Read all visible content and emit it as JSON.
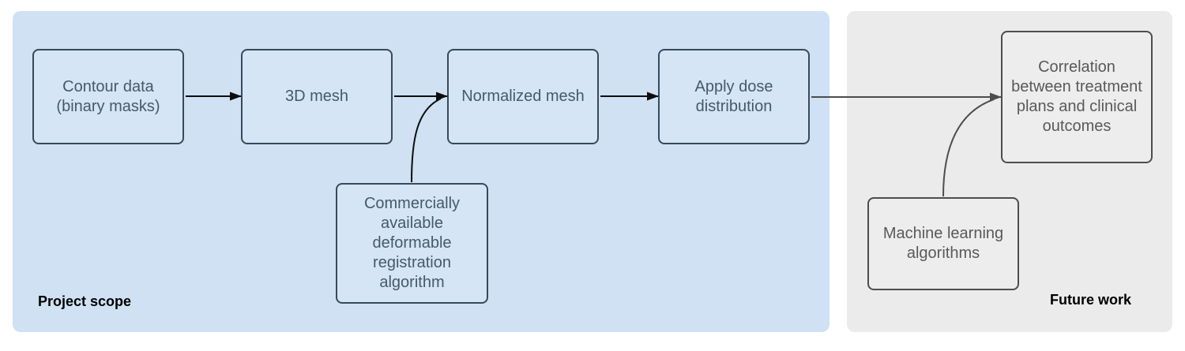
{
  "sections": {
    "project_scope": {
      "label": "Project scope",
      "background": "#cfe1f2"
    },
    "future_work": {
      "label": "Future work",
      "background": "#ebebeb"
    }
  },
  "nodes": {
    "contour_data": {
      "label": "Contour data\n(binary masks)"
    },
    "mesh_3d": {
      "label": "3D mesh"
    },
    "normalized_mesh": {
      "label": "Normalized mesh"
    },
    "apply_dose": {
      "label": "Apply dose\ndistribution"
    },
    "deformable_registration": {
      "label": "Commercially\navailable\ndeformable\nregistration\nalgorithm"
    },
    "correlation": {
      "label": "Correlation\nbetween treatment\nplans and clinical\noutcomes"
    },
    "machine_learning": {
      "label": "Machine learning\nalgorithms"
    }
  },
  "edges": [
    {
      "from": "contour_data",
      "to": "mesh_3d",
      "style": "straight-arrow"
    },
    {
      "from": "mesh_3d",
      "to": "normalized_mesh",
      "style": "straight-arrow"
    },
    {
      "from": "deformable_registration",
      "to": "normalized_mesh",
      "style": "curved"
    },
    {
      "from": "normalized_mesh",
      "to": "apply_dose",
      "style": "straight-arrow"
    },
    {
      "from": "apply_dose",
      "to": "correlation",
      "style": "straight-arrow"
    },
    {
      "from": "machine_learning",
      "to": "correlation",
      "style": "curved"
    }
  ],
  "colors": {
    "page_background": "#ffffff",
    "scope_panel": "#cfe1f2",
    "scope_node_fill": "#d6e5f5",
    "scope_node_border": "#36495e",
    "scope_node_text": "#45596d",
    "scope_arrow": "#0d0d0d",
    "future_panel": "#ebebeb",
    "future_node_fill": "#ededed",
    "future_node_border": "#4d4d4d",
    "future_node_text": "#595959",
    "future_arrow": "#4d4d4d",
    "section_label_text": "#000000"
  }
}
